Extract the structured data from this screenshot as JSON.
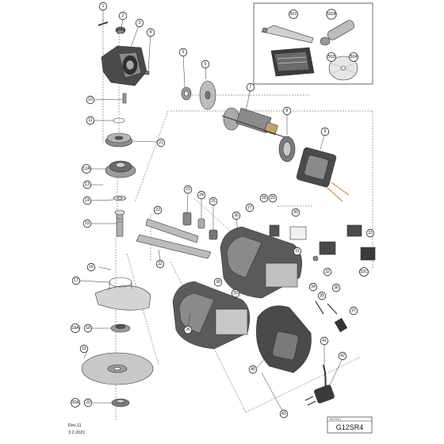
{
  "revision": {
    "rev": "Rev.11",
    "date": "3.2.2021"
  },
  "model_box": {
    "caption": "MODEL",
    "model": "G12SR4"
  },
  "callouts": {
    "c1": "1",
    "c2": "2",
    "c3": "3",
    "c4": "4",
    "c5": "5",
    "c6": "6",
    "c7": "7",
    "c8": "8",
    "c9": "9",
    "c10": "10",
    "c11": "11",
    "c12a": "12A",
    "c13": "13",
    "c14": "14",
    "c15": "15",
    "c16": "16",
    "c17": "17",
    "c18a": "18A",
    "c18": "18",
    "c19": "19",
    "c20a": "20A",
    "c20": "20",
    "c21": "21",
    "c22a": "22",
    "c22b": "22",
    "c23": "23",
    "c24": "24",
    "c25": "25",
    "c26a": "26",
    "c26b": "26",
    "c27": "27",
    "c28": "28",
    "c29": "29",
    "c30": "30",
    "c31": "31",
    "c32": "32",
    "c32c": "32C",
    "c33": "33",
    "c34": "34",
    "c35": "35",
    "c36": "36",
    "c37": "37",
    "c38": "38",
    "c39": "39",
    "c40": "40",
    "c41": "41",
    "c42": "42",
    "c43": "43",
    "c501": "501",
    "c502a": "502A",
    "c503": "503",
    "c504": "504"
  }
}
